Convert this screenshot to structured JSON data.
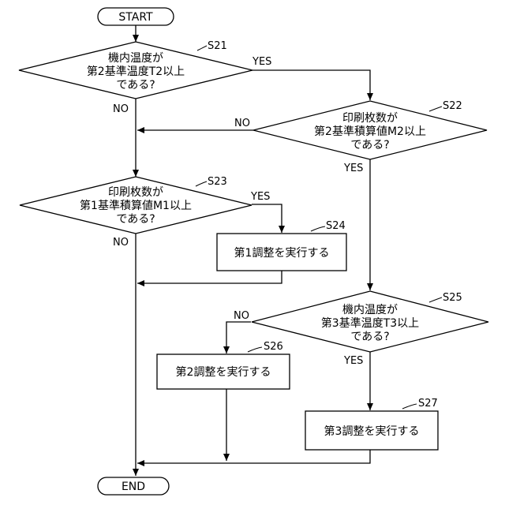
{
  "terminals": {
    "start": "START",
    "end": "END"
  },
  "steps": {
    "s21": {
      "id": "S21",
      "lines": [
        "機内温度が",
        "第2基準温度T2以上",
        "である?"
      ],
      "yes": "YES",
      "no": "NO"
    },
    "s22": {
      "id": "S22",
      "lines": [
        "印刷枚数が",
        "第2基準積算値M2以上",
        "である?"
      ],
      "yes": "YES",
      "no": "NO"
    },
    "s23": {
      "id": "S23",
      "lines": [
        "印刷枚数が",
        "第1基準積算値M1以上",
        "である?"
      ],
      "yes": "YES",
      "no": "NO"
    },
    "s24": {
      "id": "S24",
      "label": "第1調整を実行する"
    },
    "s25": {
      "id": "S25",
      "lines": [
        "機内温度が",
        "第3基準温度T3以上",
        "である?"
      ],
      "yes": "YES",
      "no": "NO"
    },
    "s26": {
      "id": "S26",
      "label": "第2調整を実行する"
    },
    "s27": {
      "id": "S27",
      "label": "第3調整を実行する"
    }
  }
}
